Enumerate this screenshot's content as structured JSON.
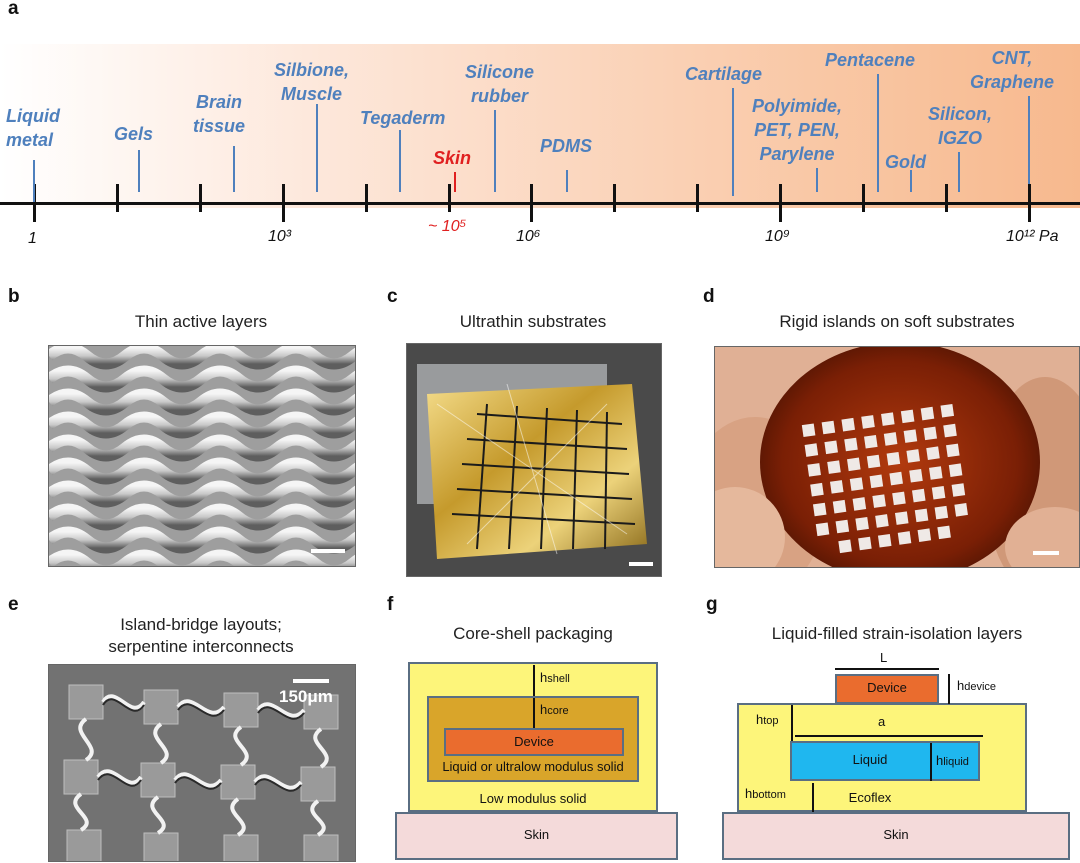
{
  "panel_a": {
    "label": "a",
    "scale_labels": [
      "1",
      "10³",
      "~ 10⁵",
      "10⁶",
      "10⁹",
      "10¹² Pa"
    ],
    "materials": {
      "liquid_metal": "Liquid\nmetal",
      "gels": "Gels",
      "brain_tissue": "Brain\ntissue",
      "silbione_muscle": "Silbione,\nMuscle",
      "tegaderm": "Tegaderm",
      "skin": "Skin",
      "silicone_rubber": "Silicone\nrubber",
      "pdms": "PDMS",
      "cartilage": "Cartilage",
      "polyimide": "Polyimide,\nPET, PEN,\nParylene",
      "pentacene": "Pentacene",
      "gold": "Gold",
      "silicon_igzo": "Silicon,\nIGZO",
      "cnt_graphene": "CNT,\nGraphene"
    },
    "colors": {
      "material_text": "#4f80bd",
      "skin_text": "#e02020",
      "gradient_end": "#f7b98e"
    }
  },
  "panel_b": {
    "label": "b",
    "title": "Thin active layers"
  },
  "panel_c": {
    "label": "c",
    "title": "Ultrathin substrates"
  },
  "panel_d": {
    "label": "d",
    "title": "Rigid islands on soft substrates"
  },
  "panel_e": {
    "label": "e",
    "title": "Island-bridge layouts;\nserpentine interconnects",
    "scale_text": "150μm"
  },
  "panel_f": {
    "label": "f",
    "title": "Core-shell packaging",
    "h_shell": "h",
    "h_shell_sub": "shell",
    "h_core": "h",
    "h_core_sub": "core",
    "device": "Device",
    "core_text": "Liquid or ultralow modulus solid",
    "shell_text": "Low modulus solid",
    "skin": "Skin"
  },
  "panel_g": {
    "label": "g",
    "title": "Liquid-filled strain-isolation layers",
    "L": "L",
    "device": "Device",
    "h_device": "h",
    "h_device_sub": "device",
    "h_top": "h",
    "h_top_sub": "top",
    "a": "a",
    "liquid": "Liquid",
    "h_liquid": "h",
    "h_liquid_sub": "liquid",
    "h_bottom": "h",
    "h_bottom_sub": "bottom",
    "ecoflex": "Ecoflex",
    "skin": "Skin"
  }
}
